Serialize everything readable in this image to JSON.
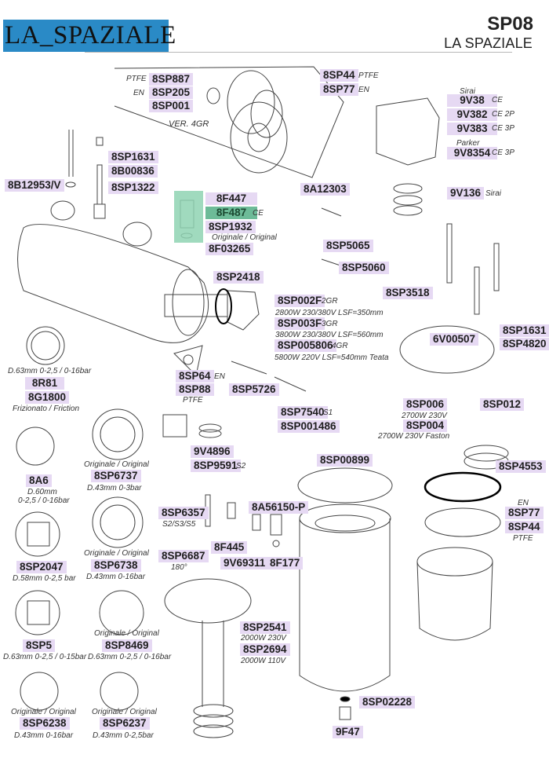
{
  "header": {
    "brand": "LA_SPAZIALE",
    "model": "SP08",
    "maker": "LA SPAZIALE",
    "brand_color": "#2a8ac6",
    "label_color": "#e6d9f3",
    "highlight_color": "#6dbb98"
  },
  "flange_group": {
    "parts": [
      {
        "code": "8SP887",
        "note": "PTFE"
      },
      {
        "code": "8SP205",
        "note": "EN"
      },
      {
        "code": "8SP001",
        "note": ""
      }
    ],
    "gasket_parts": [
      {
        "code": "8SP44",
        "note": "PTFE"
      },
      {
        "code": "8SP77",
        "note": "EN"
      }
    ],
    "version_note": "VER. 4GR"
  },
  "pressurestat": {
    "brand1": "Sirai",
    "parts": [
      {
        "code": "9V38",
        "note": "CE"
      },
      {
        "code": "9V382",
        "note": "CE 2P"
      },
      {
        "code": "9V383",
        "note": "CE 3P"
      }
    ],
    "brand2": "Parker",
    "parker_part": {
      "code": "9V8354",
      "note": "CE 3P"
    },
    "membrane": {
      "code": "9V136",
      "note": "Sirai"
    }
  },
  "probe_group": {
    "p1": "8SP1631",
    "p2": "8B00836",
    "p3": "8SP1322",
    "p4": "8B12953/V"
  },
  "valve_group": {
    "p1": "8F447",
    "p2": "8F487",
    "p2_note": "CE",
    "p3": "8SP1932",
    "original": "Originale / Original",
    "p4": "8F03265"
  },
  "thermo_group": {
    "p1": "8A12303",
    "p2": "8SP5065",
    "p3": "8SP5060"
  },
  "element_group": {
    "gasket": "8SP2418",
    "elements": [
      {
        "code": "8SP002F",
        "note": "2GR",
        "spec": "2800W 230/380V LSF=350mm"
      },
      {
        "code": "8SP003F",
        "note": "3GR",
        "spec": "3800W 230/380V LSF=560mm"
      },
      {
        "code": "8SP005806",
        "note": "4GR",
        "spec": "5800W 220V LSF=540mm Teata"
      }
    ]
  },
  "right_mid": {
    "p1": "8SP3518",
    "p2": "8SP1631",
    "p3": "6V00507",
    "p4": "8SP4820",
    "heater1": {
      "code": "8SP006",
      "spec": "2700W 230V"
    },
    "heater2": {
      "code": "8SP004",
      "spec": "2700W 230V Faston"
    },
    "p5": "8SP012",
    "oring": "8SP4553",
    "gasket_note_top": "EN",
    "gasket1": "8SP77",
    "gasket2": "8SP44",
    "gasket_note_bottom": "PTFE"
  },
  "center_parts": {
    "p64": "8SP64",
    "p64_note": "EN",
    "p88": "8SP88",
    "p88_note": "PTFE",
    "p5726": "8SP5726",
    "p7540": "8SP7540",
    "p7540_note": "S1",
    "p1486": "8SP001486",
    "p4896": "9V4896",
    "p9591": "8SP9591",
    "p9591_note": "S2",
    "tank": "8SP00899",
    "p6357": "8SP6357",
    "p6357_note": "S2/S3/S5",
    "p6687": "8SP6687",
    "p6687_note": "180°",
    "p445": "8F445",
    "p69311": "9V69311",
    "p56150": "8A56150-P",
    "p177": "8F177",
    "p2541": "8SP2541",
    "p2541_spec": "2000W 230V",
    "p2694": "8SP2694",
    "p2694_spec": "2000W 110V",
    "p02228": "8SP02228",
    "p47": "9F47"
  },
  "gauges": [
    {
      "pre": "",
      "code": "8R81",
      "spec": "D.63mm 0-2,5 / 0-16bar",
      "code2": "8G1800",
      "post": "Frizionato /  Friction"
    },
    {
      "pre": "Originale / Original",
      "code": "8SP6737",
      "spec": "D.43mm 0-3bar"
    },
    {
      "code": "8A6",
      "spec": "D.60mm",
      "spec2": "0-2,5 / 0-16bar"
    },
    {
      "pre": "Originale / Original",
      "code": "8SP6738",
      "spec": "D.43mm 0-16bar"
    },
    {
      "code": "8SP2047",
      "spec": "D.58mm 0-2,5 bar"
    },
    {
      "pre": "Originale / Original",
      "code": "8SP8469",
      "spec": "D.63mm 0-2,5 / 0-16bar"
    },
    {
      "code": "8SP5",
      "spec": "D.63mm 0-2,5 / 0-15bar"
    },
    {
      "pre": "Originale / Original",
      "code": "8SP6238",
      "spec": "D.43mm 0-16bar"
    },
    {
      "pre": "Originale / Original",
      "code": "8SP6237",
      "spec": "D.43mm 0-2,5bar"
    }
  ]
}
